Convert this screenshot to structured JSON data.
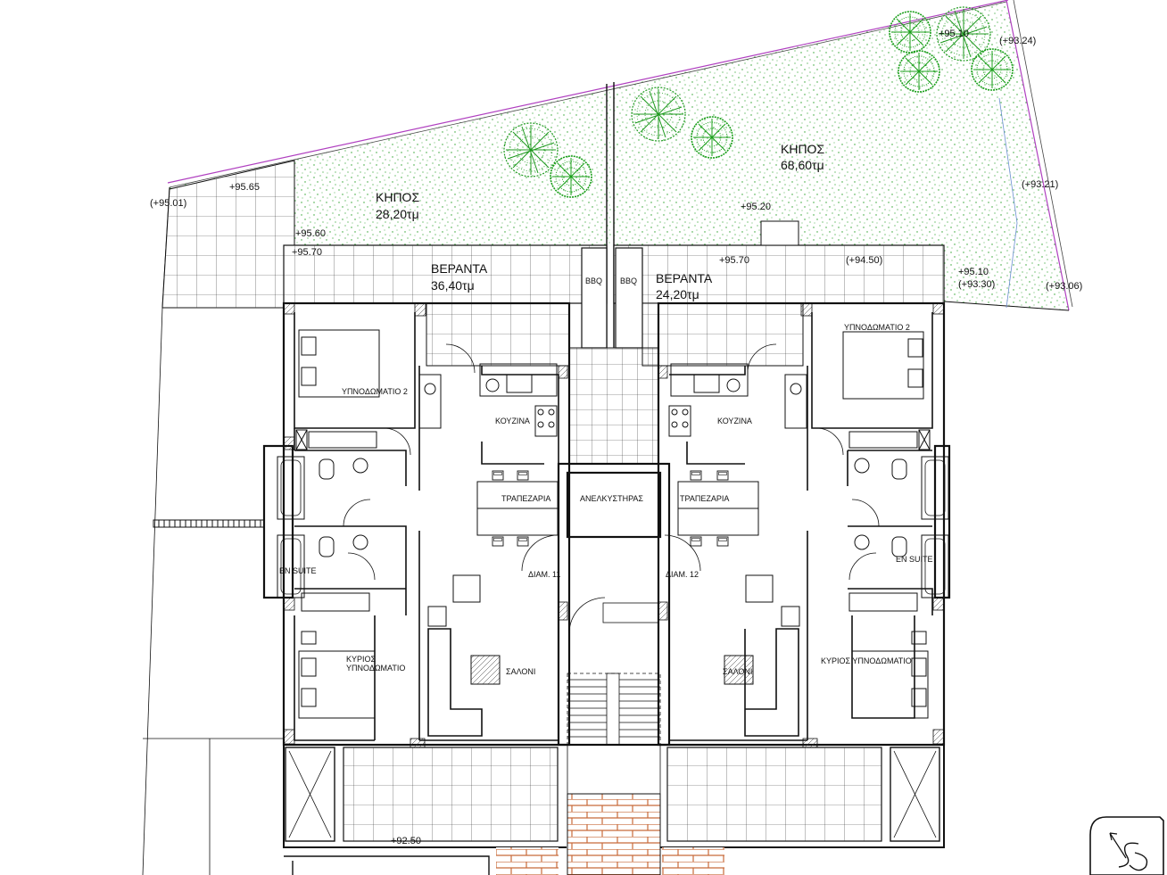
{
  "gardens": {
    "left": {
      "title": "ΚΗΠΟΣ",
      "area": "28,20τμ"
    },
    "right": {
      "title": "ΚΗΠΟΣ",
      "area": "68,60τμ"
    }
  },
  "verandas": {
    "left": {
      "title": "ΒΕΡΑΝΤΑ",
      "area": "36,40τμ"
    },
    "right": {
      "title": "ΒΕΡΑΝΤΑ",
      "area": "24,20τμ"
    }
  },
  "bbq": {
    "left": "BBQ",
    "right": "BBQ"
  },
  "levels": {
    "l1": "(+95.01)",
    "l2": "+95.65",
    "l3": "+95.60",
    "l4": "+95.70",
    "l5": "+95.20",
    "l6": "+95.70",
    "l7": "(+94.50)",
    "l8": "+95.10",
    "l9": "(+93.30)",
    "l10": "(+93.06)",
    "l11": "(+93.21)",
    "l12": "+95.10",
    "l13": "(+93.24)",
    "l14": "+92.50"
  },
  "rooms": {
    "bedroom2_left": "ΥΠΝΟΔΩΜΑΤΙΟ 2",
    "bedroom2_right": "ΥΠΝΟΔΩΜΑΤΙΟ 2",
    "kitchen_left": "ΚΟΥΖΙΝΑ",
    "kitchen_right": "ΚΟΥΖΙΝΑ",
    "dining_left": "ΤΡΑΠΕΖΑΡΙΑ",
    "dining_right": "ΤΡΑΠΕΖΑΡΙΑ",
    "elevator": "ΑΝΕΛΚΥΣΤΗΡΑΣ",
    "ensuite_left": "EN SUITE",
    "ensuite_right": "EN SUITE",
    "apt_left": "ΔΙΑΜ. 11",
    "apt_right": "ΔΙΑΜ. 12",
    "master_left_1": "ΚΥΡΙΟΣ",
    "master_left_2": "ΥΠΝΟΔΩΜΑΤΙΟ",
    "master_right": "ΚΥΡΙΟΣ ΥΠΝΟΔΩΜΑΤΙΟ",
    "living_left": "ΣΑΛΟΝΙ",
    "living_right": "ΣΑΛΟΝΙ"
  },
  "colors": {
    "wall": "#111111",
    "grass": "#2aa02a",
    "tree": "#1f9a1f",
    "boundary": "#b040c0",
    "brick": "#c86a3a",
    "grid": "#222222"
  }
}
